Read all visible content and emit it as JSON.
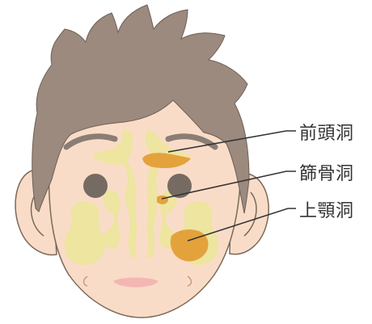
{
  "labels": {
    "frontal": "前頭洞",
    "ethmoid": "篩骨洞",
    "maxillary": "上顎洞"
  },
  "colors": {
    "skin": "#f9dcc8",
    "outline": "#7a6a5a",
    "hair": "#9c8a7e",
    "sinus_fill": "#ede5a0",
    "sinus_highlight": "#e4a23c",
    "eye": "#756b63",
    "brow": "#8a7d74",
    "lips": "#f3b6b3",
    "line": "#333333"
  }
}
